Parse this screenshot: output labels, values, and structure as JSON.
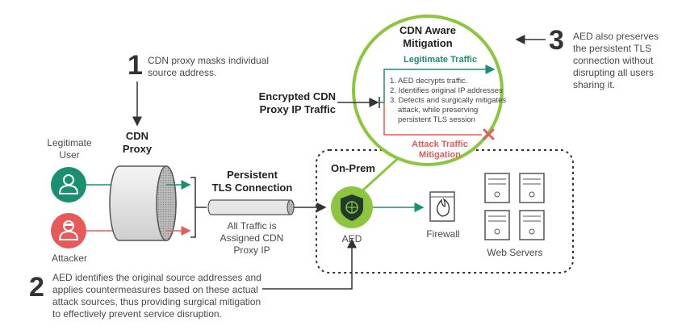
{
  "step1": {
    "number": "1",
    "text_line1": "CDN proxy masks individual",
    "text_line2": "source address."
  },
  "step2": {
    "number": "2",
    "text_line1": "AED identifies the original source addresses and",
    "text_line2": "applies countermeasures based on these actual",
    "text_line3": "attack sources, thus providing surgical mitigation",
    "text_line4": "to effectively prevent service disruption."
  },
  "step3": {
    "number": "3",
    "text_line1": "AED also preserves",
    "text_line2": "the persistent TLS",
    "text_line3": "connection without",
    "text_line4": "disrupting all users",
    "text_line5": "sharing it."
  },
  "cdn_proxy": {
    "label_line1": "CDN",
    "label_line2": "Proxy"
  },
  "legit_user": {
    "label_line1": "Legitimate",
    "label_line2": "User"
  },
  "attacker": {
    "label": "Attacker"
  },
  "persistent_tls": {
    "line1": "Persistent",
    "line2": "TLS Connection"
  },
  "all_traffic": {
    "line1": "All Traffic is",
    "line2": "Assigned CDN",
    "line3": "Proxy IP"
  },
  "encrypted": {
    "line1": "Encrypted CDN",
    "line2": "Proxy IP Traffic"
  },
  "mitigation": {
    "title_line1": "CDN Aware",
    "title_line2": "Mitigation",
    "legit_traffic": "Legitimate Traffic",
    "step_a": "1. AED decrypts traffic.",
    "step_b": "2. Identifies original IP addresses",
    "step_c1": "3. Detects and surgically mitigates",
    "step_c2": "attack, while preserving",
    "step_c3": "persistent TLS session",
    "attack_line1": "Attack Traffic",
    "attack_line2": "Mitigation"
  },
  "onprem": {
    "label": "On-Prem",
    "aed": "AED",
    "firewall": "Firewall",
    "web_servers": "Web Servers"
  },
  "colors": {
    "green": "#8cc63f",
    "teal": "#1a9070",
    "red": "#e85a5a",
    "dark": "#333333"
  }
}
